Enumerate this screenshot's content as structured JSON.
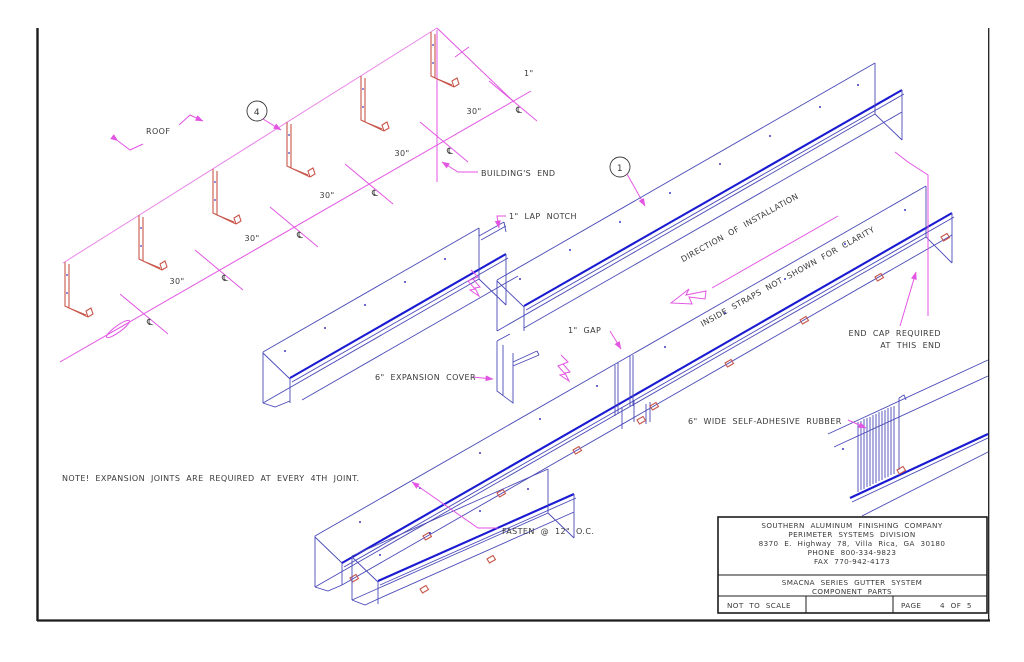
{
  "drawing": {
    "labels": {
      "roof": "ROOF",
      "buildings_end": "BUILDING'S END",
      "lap_notch": "1\" LAP NOTCH",
      "gap": "1\" GAP",
      "expansion_cover": "6\" EXPANSION COVER",
      "direction_of_installation": "DIRECTION OF INSTALLATION",
      "inside_straps": "INSIDE STRAPS NOT SHOWN FOR CLARITY",
      "end_cap_line1": "END CAP REQUIRED",
      "end_cap_line2": "AT THIS END",
      "adhesive_rubber": "6\" WIDE SELF-ADHESIVE RUBBER",
      "fasten": "FASTEN @ 12\" O.C.",
      "note": "NOTE! EXPANSION JOINTS ARE REQUIRED AT EVERY 4TH JOINT."
    },
    "callouts": {
      "hanger_bubble": "4",
      "gutter_bubble": "1"
    },
    "dimensions": {
      "hanger_spacing": "30\"",
      "overhang": "1\"",
      "centerline": "℄"
    },
    "colors": {
      "magenta": "#e356e3",
      "gutter_blue": "#4a4ab8",
      "gutter_bead_blue": "#1a1ad2",
      "hanger_red": "#c8564b",
      "text_ink": "#3a3a3a"
    }
  },
  "title_block": {
    "company_line1": "SOUTHERN ALUMINUM FINISHING COMPANY",
    "company_line2": "PERIMETER SYSTEMS DIVISION",
    "company_line3": "8370 E. Highway 78, Villa Rica, GA 30180",
    "company_line4": "PHONE 800-334-9823",
    "company_line5": "FAX 770-942-4173",
    "drawing_title_line1": "SMACNA SERIES GUTTER SYSTEM",
    "drawing_title_line2": "COMPONENT PARTS",
    "scale": "NOT TO SCALE",
    "page_label": "PAGE",
    "page_value": "4 OF 5"
  }
}
